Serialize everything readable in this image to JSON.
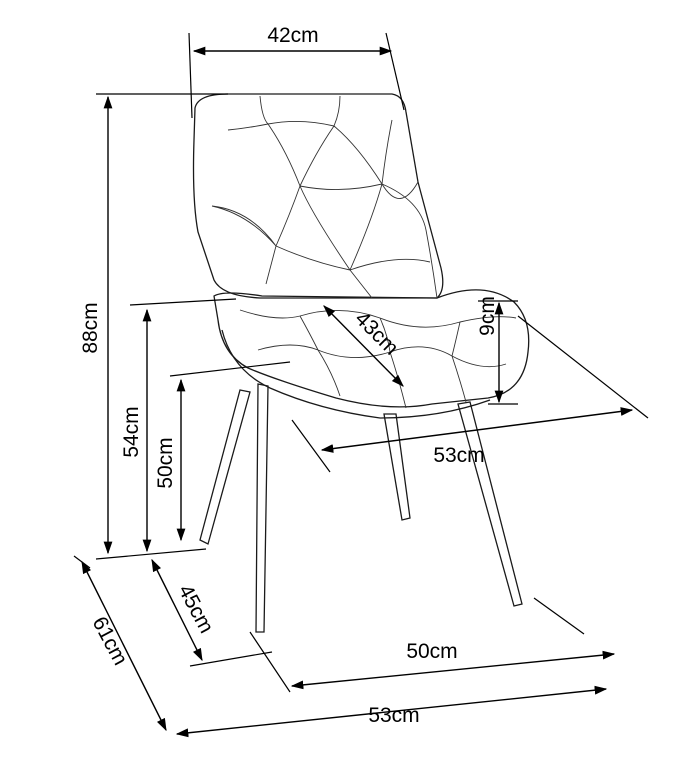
{
  "dimensions": {
    "back_width": "42cm",
    "total_height": "88cm",
    "armrest_height": "54cm",
    "seat_height": "50cm",
    "seat_depth": "43cm",
    "back_tilt": "9cm",
    "seat_width": "53cm",
    "leg_depth": "45cm",
    "total_depth": "61cm",
    "leg_width": "50cm",
    "total_width": "53cm"
  },
  "colors": {
    "line": "#000000",
    "background": "#ffffff"
  }
}
